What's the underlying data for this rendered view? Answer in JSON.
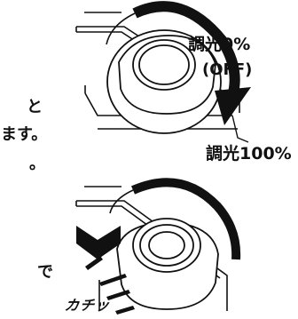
{
  "labels": {
    "dim0": "調光0%",
    "off": "(OFF)",
    "dim100": "調光100%",
    "click_sound": "カチッ"
  },
  "fragments": [
    "と",
    "ます。",
    "。",
    "で"
  ],
  "icons": [
    "knob-turn-arrow-icon",
    "knob-icon",
    "press-down-arrow-icon",
    "click-lines-icon"
  ]
}
